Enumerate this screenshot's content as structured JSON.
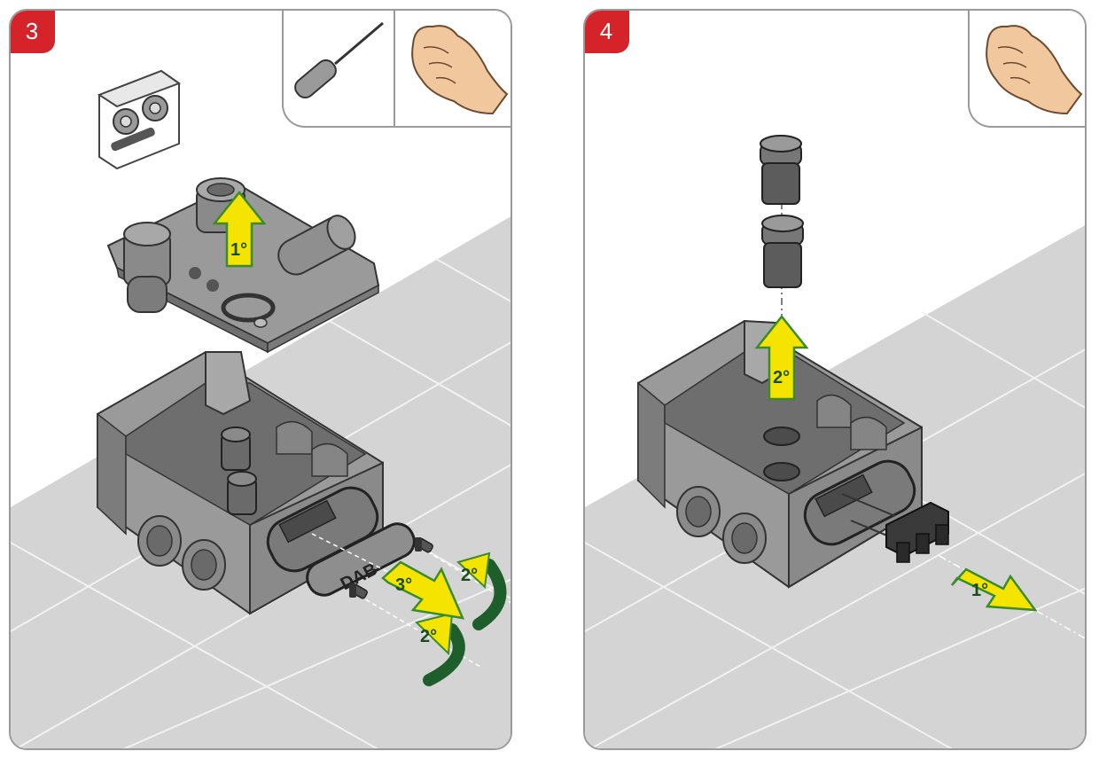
{
  "panels": [
    {
      "step": "3",
      "tools": [
        "screwdriver-icon",
        "hand-icon"
      ],
      "labels": {
        "lift_cover": "1°",
        "unscrew_top": "2°",
        "unscrew_bottom": "2°",
        "remove_plate": "3°"
      },
      "plate_text": "DAB"
    },
    {
      "step": "4",
      "tools": [
        "hand-icon"
      ],
      "labels": {
        "pull_connector": "1°",
        "lift_valves": "2°"
      }
    }
  ],
  "colors": {
    "badge": "#d5232a",
    "arrow_fill": "#f5e400",
    "arrow_stroke": "#3a8c2a",
    "rotate_arrow": "#1d5e2b",
    "floor": "#d4d4d4",
    "part": "#8c8c8c"
  }
}
